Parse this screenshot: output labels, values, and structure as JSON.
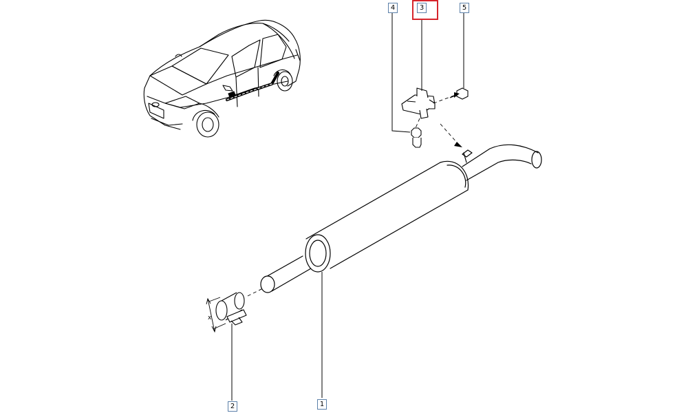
{
  "diagram": {
    "callouts": {
      "c4": "4",
      "c3": "3",
      "c5": "5",
      "c1": "1",
      "c2": "2"
    },
    "dimension_label": "x",
    "selected_callout": "3",
    "colors": {
      "line": "#000000",
      "callout_border": "#5a7fa8",
      "highlight": "#d6242b"
    }
  }
}
